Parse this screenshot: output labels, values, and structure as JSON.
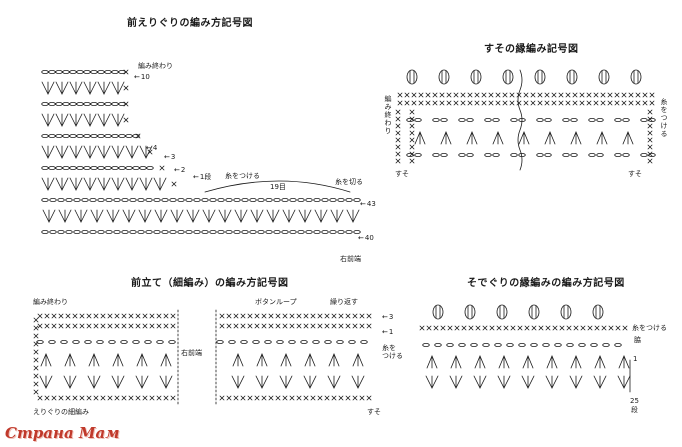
{
  "titles": {
    "front_neck": "前えりぐりの編み方記号図",
    "hem_edge": "すその縁編み記号図",
    "front_band": "前立て（細編み）の編み方記号図",
    "sleeve_edge": "そでぐりの縁編みの編み方記号図"
  },
  "front_neck": {
    "finish": "編み終わり",
    "row_10": "10",
    "row_4": "4",
    "row_3": "3",
    "row_2": "2",
    "row_1": "1段",
    "attach": "糸をつける",
    "count_19": "19目",
    "cut": "糸を切る",
    "row_43": "43",
    "row_40": "40",
    "right_front_edge": "右前端"
  },
  "hem_edge": {
    "finish": "編み終わり",
    "attach": "糸をつける",
    "hem_left": "すそ",
    "hem_right": "すそ"
  },
  "front_band": {
    "finish": "編み終わり",
    "button_loop": "ボタンループ",
    "repeat": "繰り返す",
    "row_3": "3",
    "row_1": "1",
    "right_front_edge": "右前端",
    "attach": "糸を\nつける",
    "collar_sc": "えりぐりの細編み",
    "hem": "すそ"
  },
  "sleeve_edge": {
    "attach": "糸をつける",
    "side": "脇",
    "row_1": "1",
    "row_25": "25",
    "row_unit": "段"
  },
  "watermark": "Страна Мам",
  "colors": {
    "ink": "#1a1a1a",
    "watermark": "#c0392b"
  }
}
